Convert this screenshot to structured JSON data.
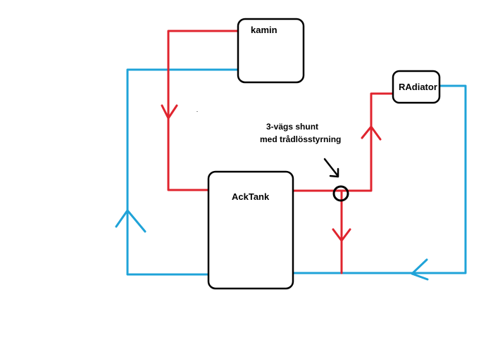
{
  "diagram": {
    "nodes": {
      "kamin": "kamin",
      "radiator": "RAdiator",
      "acktank": "AckTank"
    },
    "annotation": {
      "line1": "3-vägs shunt",
      "line2": "med trådlösstyrning"
    },
    "colors": {
      "hot_pipe": "#e0242e",
      "cold_pipe": "#1fa3d8",
      "outline": "#000000"
    },
    "icons": {
      "shunt_valve": "circle-valve-icon",
      "pointer": "arrow-pointer-icon"
    }
  }
}
